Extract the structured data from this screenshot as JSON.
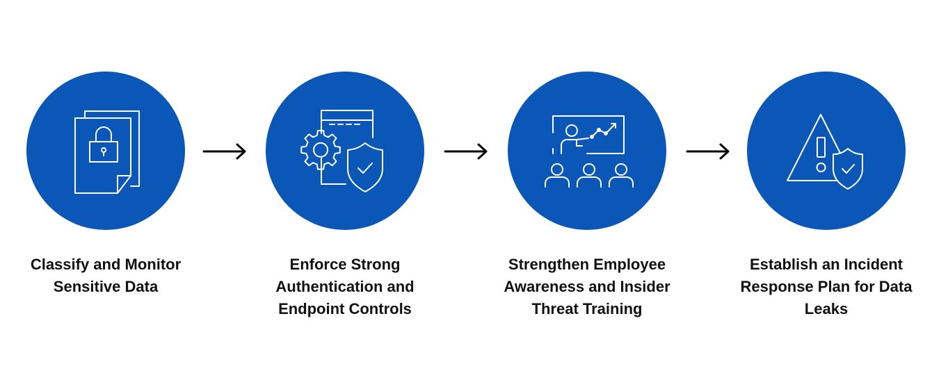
{
  "colors": {
    "circle_fill": "#0a57b8",
    "icon_stroke": "#ffffff",
    "arrow": "#000000",
    "text": "#111111"
  },
  "steps": [
    {
      "icon": "locked-document-icon",
      "label": "Classify and Monitor\nSensitive Data"
    },
    {
      "icon": "gear-window-shield-icon",
      "label": "Enforce Strong\nAuthentication and\nEndpoint Controls"
    },
    {
      "icon": "presentation-training-icon",
      "label": "Strengthen Employee\nAwareness and Insider\nThreat Training"
    },
    {
      "icon": "warning-shield-icon",
      "label": "Establish an Incident\nResponse Plan for Data\nLeaks"
    }
  ]
}
